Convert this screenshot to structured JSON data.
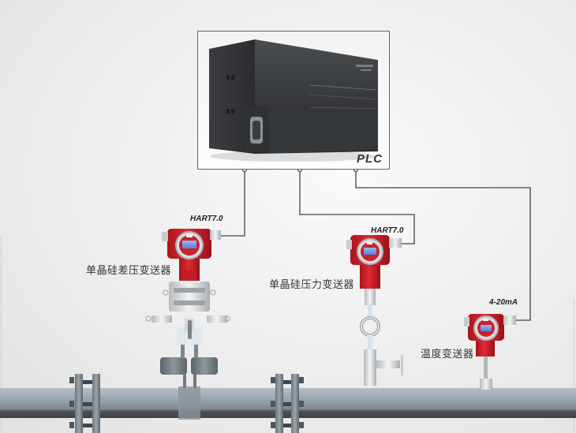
{
  "diagram": {
    "controller": {
      "label": "PLC"
    },
    "devices": [
      {
        "name": "单晶硅差压变送器",
        "protocol": "HART7.0"
      },
      {
        "name": "单晶硅压力变送器",
        "protocol": "HART7.0"
      },
      {
        "name": "温度变送器",
        "protocol": "4-20mA"
      }
    ],
    "colors": {
      "transmitter_red": "#d0202a",
      "wire": "#444444",
      "pipe": "#8e9ba2",
      "frame": "#666666"
    }
  }
}
